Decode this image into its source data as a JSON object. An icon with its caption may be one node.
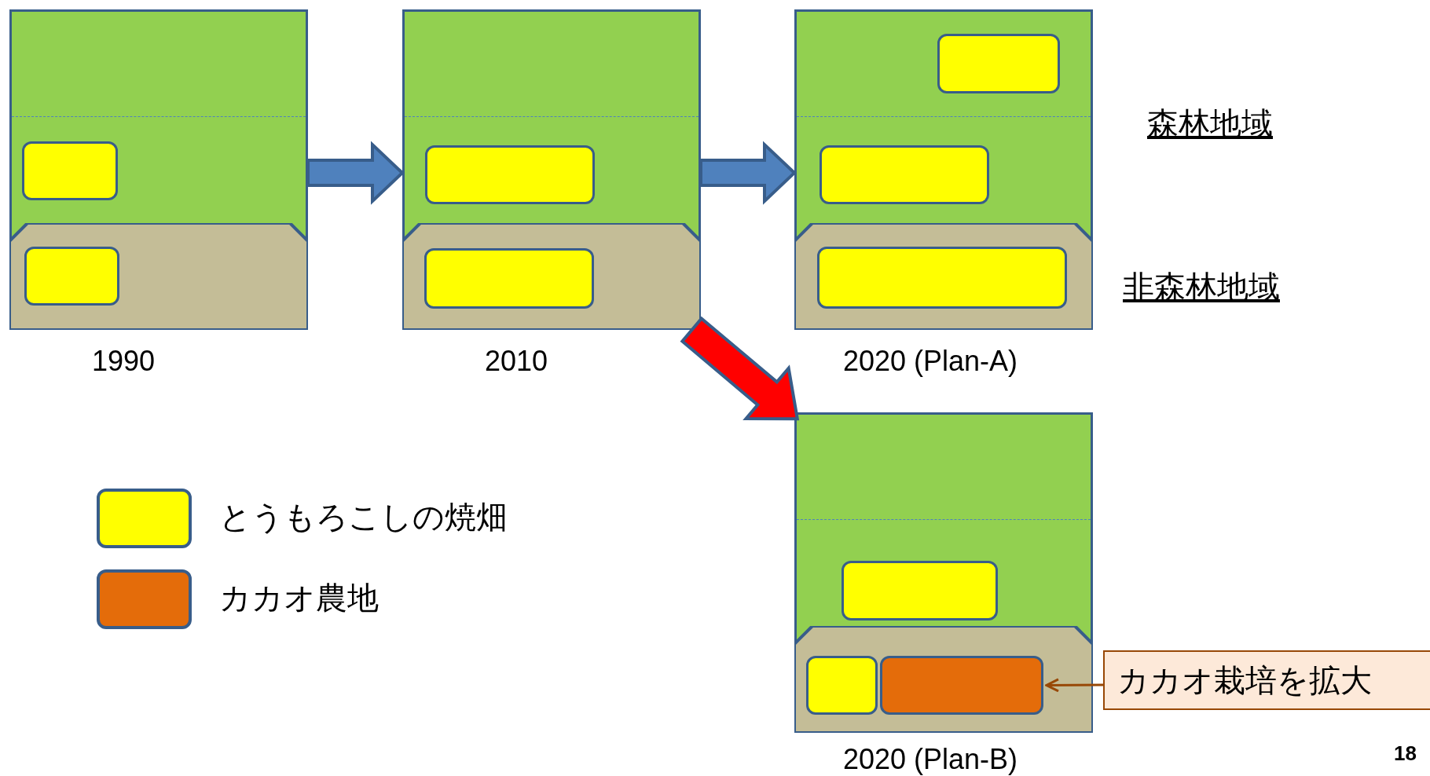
{
  "diagram": {
    "nodes": [
      {
        "text": [],
        "shape": "box",
        "beside": [
          "1990"
        ]
      },
      {
        "text": [],
        "shape": "box",
        "in": 0
      },
      {
        "text": [],
        "shape": "band",
        "in": 0
      },
      {
        "text": [],
        "shape": "box",
        "in": 2
      },
      {
        "text": [],
        "shape": "box",
        "beside": [
          "2010"
        ]
      },
      {
        "text": [],
        "shape": "box",
        "in": 4
      },
      {
        "text": [],
        "shape": "band",
        "in": 4
      },
      {
        "text": [],
        "shape": "box",
        "in": 6
      },
      {
        "text": [],
        "shape": "box",
        "beside": [
          "2020 (Plan-A)"
        ]
      },
      {
        "text": [],
        "shape": "box",
        "in": 8
      },
      {
        "text": [],
        "shape": "box",
        "in": 8
      },
      {
        "text": [],
        "shape": "band",
        "in": 8
      },
      {
        "text": [],
        "shape": "box",
        "in": 11
      },
      {
        "text": [],
        "shape": "box",
        "beside": [
          "2020 (Plan-B)"
        ]
      },
      {
        "text": [],
        "shape": "box",
        "in": 13
      },
      {
        "text": [],
        "shape": "band",
        "in": 13
      },
      {
        "text": [],
        "shape": "box",
        "in": 15
      },
      {
        "text": [],
        "shape": "box",
        "in": 15
      },
      {
        "text": [
          "カカオ栽培を拡大"
        ]
      }
    ],
    "edges": [
      {
        "from": 0,
        "to": 4,
        "arrow": "to",
        "style": "thick"
      },
      {
        "from": 4,
        "to": 8,
        "arrow": "to",
        "style": "thick"
      },
      {
        "from": 4,
        "to": 13,
        "arrow": "to",
        "style": "thick",
        "color": "#ff0000"
      },
      {
        "from": 18,
        "to": 17,
        "arrow": "to",
        "color": "#984807"
      }
    ],
    "labels": [
      "森林地域",
      "非森林地域",
      "18"
    ],
    "legend": [
      {
        "text": "とうもろこしの焼畑",
        "color": "#ffff00"
      },
      {
        "text": "カカオ農地",
        "color": "#e46c0a"
      }
    ]
  }
}
